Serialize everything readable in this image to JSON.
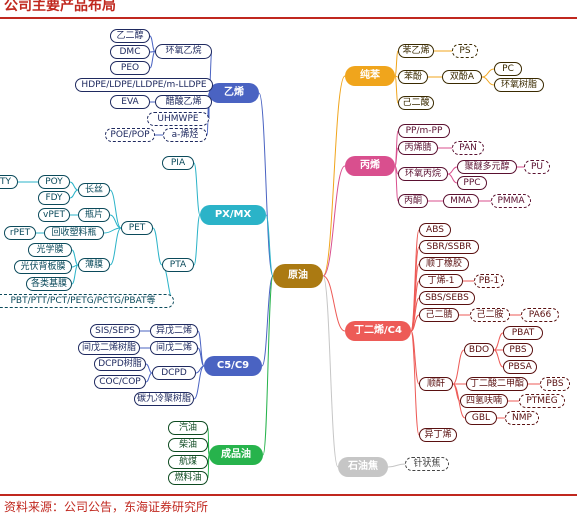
{
  "title": "公司主要产品布局",
  "source": "资料来源：公司公告，东海证券研究所",
  "palette": {
    "blue": "#4a63c2",
    "teal": "#2bb3c8",
    "orange": "#f0a51c",
    "pink": "#d94f8e",
    "red": "#ed5b57",
    "green": "#27b34c",
    "gray": "#c6c6c6",
    "root": "#ab7a12",
    "brand_red": "#c0281f"
  },
  "nodes": [
    {
      "id": "root",
      "label": "原油",
      "type": "root"
    },
    {
      "id": "yixi",
      "label": "乙烯",
      "type": "l1",
      "color": "blue"
    },
    {
      "id": "pxmx",
      "label": "PX/MX",
      "type": "l1",
      "color": "teal"
    },
    {
      "id": "c5c9",
      "label": "C5/C9",
      "type": "l1",
      "color": "blue"
    },
    {
      "id": "cpy",
      "label": "成品油",
      "type": "l1",
      "color": "green"
    },
    {
      "id": "chunben",
      "label": "纯苯",
      "type": "l1",
      "color": "orange"
    },
    {
      "id": "bingxi",
      "label": "丙烯",
      "type": "l1",
      "color": "pink"
    },
    {
      "id": "dingerxi",
      "label": "丁二烯/C4",
      "type": "l1",
      "color": "red"
    },
    {
      "id": "shijiao",
      "label": "石油焦",
      "type": "l1",
      "color": "gray"
    },
    {
      "id": "hyye",
      "label": "环氧乙烷",
      "type": "solid",
      "color": "blue"
    },
    {
      "id": "yeerchun",
      "label": "乙二醇",
      "type": "solid",
      "color": "blue"
    },
    {
      "id": "dmc",
      "label": "DMC",
      "type": "solid",
      "color": "blue"
    },
    {
      "id": "peo",
      "label": "PEO",
      "type": "solid",
      "color": "blue"
    },
    {
      "id": "hdpe",
      "label": "HDPE/LDPE/LLDPE/m-LLDPE",
      "type": "solid",
      "color": "blue"
    },
    {
      "id": "cyxi",
      "label": "醋酸乙烯",
      "type": "solid",
      "color": "blue"
    },
    {
      "id": "eva",
      "label": "EVA",
      "type": "solid",
      "color": "blue"
    },
    {
      "id": "uhmwpe",
      "label": "UHMWPE",
      "type": "dash",
      "color": "blue"
    },
    {
      "id": "axt",
      "label": "a-烯烃",
      "type": "dash",
      "color": "blue"
    },
    {
      "id": "poe",
      "label": "POE/POP",
      "type": "dash",
      "color": "blue"
    },
    {
      "id": "pia",
      "label": "PIA",
      "type": "solid",
      "color": "teal"
    },
    {
      "id": "pta",
      "label": "PTA",
      "type": "solid",
      "color": "teal"
    },
    {
      "id": "pet",
      "label": "PET",
      "type": "solid",
      "color": "teal"
    },
    {
      "id": "changsi",
      "label": "长丝",
      "type": "solid",
      "color": "teal"
    },
    {
      "id": "poy",
      "label": "POY",
      "type": "solid",
      "color": "teal"
    },
    {
      "id": "dty",
      "label": "DTY",
      "type": "solid",
      "color": "teal"
    },
    {
      "id": "fdy",
      "label": "FDY",
      "type": "solid",
      "color": "teal"
    },
    {
      "id": "pingpian",
      "label": "瓶片",
      "type": "solid",
      "color": "teal"
    },
    {
      "id": "vpet",
      "label": "vPET",
      "type": "solid",
      "color": "teal"
    },
    {
      "id": "hsll",
      "label": "回收塑料瓶",
      "type": "solid",
      "color": "teal"
    },
    {
      "id": "rpet",
      "label": "rPET",
      "type": "solid",
      "color": "teal"
    },
    {
      "id": "bomo",
      "label": "薄膜",
      "type": "solid",
      "color": "teal"
    },
    {
      "id": "gxm",
      "label": "光学膜",
      "type": "solid",
      "color": "teal"
    },
    {
      "id": "gfbbm",
      "label": "光伏背板膜",
      "type": "solid",
      "color": "teal"
    },
    {
      "id": "gljm",
      "label": "各类基膜",
      "type": "solid",
      "color": "teal"
    },
    {
      "id": "pbt",
      "label": "PBT/PTT/PCT/PETG/PCTG/PBAT等",
      "type": "dash",
      "color": "teal"
    },
    {
      "id": "ywex",
      "label": "异戊二烯",
      "type": "solid",
      "color": "blue"
    },
    {
      "id": "sis",
      "label": "SIS/SEPS",
      "type": "solid",
      "color": "blue"
    },
    {
      "id": "jwex",
      "label": "间戊二烯",
      "type": "solid",
      "color": "blue"
    },
    {
      "id": "jwexsz",
      "label": "间戊二烯树脂",
      "type": "solid",
      "color": "blue"
    },
    {
      "id": "dcpd",
      "label": "DCPD",
      "type": "solid",
      "color": "blue"
    },
    {
      "id": "dcpdsz",
      "label": "DCPD树脂",
      "type": "solid",
      "color": "blue"
    },
    {
      "id": "coc",
      "label": "COC/COP",
      "type": "solid",
      "color": "blue"
    },
    {
      "id": "tj",
      "label": "碳九冷聚树脂",
      "type": "solid",
      "color": "blue"
    },
    {
      "id": "qiyou",
      "label": "汽油",
      "type": "solid",
      "color": "green"
    },
    {
      "id": "chaiyou",
      "label": "柴油",
      "type": "solid",
      "color": "green"
    },
    {
      "id": "hangmei",
      "label": "航煤",
      "type": "solid",
      "color": "green"
    },
    {
      "id": "rly",
      "label": "燃料油",
      "type": "solid",
      "color": "green"
    },
    {
      "id": "byx",
      "label": "苯乙烯",
      "type": "solid",
      "color": "orange"
    },
    {
      "id": "ps",
      "label": "PS",
      "type": "dash",
      "color": "orange"
    },
    {
      "id": "benfen",
      "label": "苯酚",
      "type": "solid",
      "color": "orange"
    },
    {
      "id": "sfa",
      "label": "双酚A",
      "type": "solid",
      "color": "orange"
    },
    {
      "id": "pc",
      "label": "PC",
      "type": "solid",
      "color": "orange"
    },
    {
      "id": "hysz",
      "label": "环氧树脂",
      "type": "solid",
      "color": "orange"
    },
    {
      "id": "jes",
      "label": "己二酸",
      "type": "solid",
      "color": "orange"
    },
    {
      "id": "ppmpp",
      "label": "PP/m-PP",
      "type": "solid",
      "color": "pink"
    },
    {
      "id": "bingxijing",
      "label": "丙烯腈",
      "type": "solid",
      "color": "pink"
    },
    {
      "id": "pan",
      "label": "PAN",
      "type": "dash",
      "color": "pink"
    },
    {
      "id": "hybw",
      "label": "环氧丙烷",
      "type": "solid",
      "color": "pink"
    },
    {
      "id": "jmdyc",
      "label": "聚醚多元醇",
      "type": "solid",
      "color": "pink"
    },
    {
      "id": "pu",
      "label": "PU",
      "type": "dash",
      "color": "pink"
    },
    {
      "id": "ppc",
      "label": "PPC",
      "type": "solid",
      "color": "pink"
    },
    {
      "id": "bingtong",
      "label": "丙酮",
      "type": "solid",
      "color": "pink"
    },
    {
      "id": "mma",
      "label": "MMA",
      "type": "solid",
      "color": "pink"
    },
    {
      "id": "pmma",
      "label": "PMMA",
      "type": "dash",
      "color": "pink"
    },
    {
      "id": "abs",
      "label": "ABS",
      "type": "solid",
      "color": "red"
    },
    {
      "id": "sbr",
      "label": "SBR/SSBR",
      "type": "solid",
      "color": "red"
    },
    {
      "id": "sdxj",
      "label": "顺丁橡胶",
      "type": "solid",
      "color": "red"
    },
    {
      "id": "dx1",
      "label": "丁烯-1",
      "type": "solid",
      "color": "red"
    },
    {
      "id": "pb1",
      "label": "PB-1",
      "type": "dash",
      "color": "red"
    },
    {
      "id": "sbs",
      "label": "SBS/SEBS",
      "type": "solid",
      "color": "red"
    },
    {
      "id": "jejing",
      "label": "己二腈",
      "type": "solid",
      "color": "red"
    },
    {
      "id": "jean",
      "label": "己二胺",
      "type": "dash",
      "color": "red"
    },
    {
      "id": "pa66",
      "label": "PA66",
      "type": "dash",
      "color": "red"
    },
    {
      "id": "shunjian",
      "label": "顺酐",
      "type": "solid",
      "color": "red"
    },
    {
      "id": "bdo",
      "label": "BDO",
      "type": "solid",
      "color": "red"
    },
    {
      "id": "pbat",
      "label": "PBAT",
      "type": "solid",
      "color": "red"
    },
    {
      "id": "pbs1",
      "label": "PBS",
      "type": "solid",
      "color": "red"
    },
    {
      "id": "pbsa",
      "label": "PBSA",
      "type": "solid",
      "color": "red"
    },
    {
      "id": "dejm",
      "label": "丁二酸二甲酯",
      "type": "solid",
      "color": "red"
    },
    {
      "id": "pbs2",
      "label": "PBS",
      "type": "dash",
      "color": "red"
    },
    {
      "id": "sqfn",
      "label": "四氢呋喃",
      "type": "solid",
      "color": "red"
    },
    {
      "id": "ptmeg",
      "label": "PTMEG",
      "type": "dash",
      "color": "red"
    },
    {
      "id": "gbl",
      "label": "GBL",
      "type": "solid",
      "color": "red"
    },
    {
      "id": "nmp",
      "label": "NMP",
      "type": "dash",
      "color": "red"
    },
    {
      "id": "ywx",
      "label": "异丁烯",
      "type": "solid",
      "color": "red"
    },
    {
      "id": "zzj",
      "label": "针状焦",
      "type": "dash",
      "color": "gray"
    }
  ]
}
